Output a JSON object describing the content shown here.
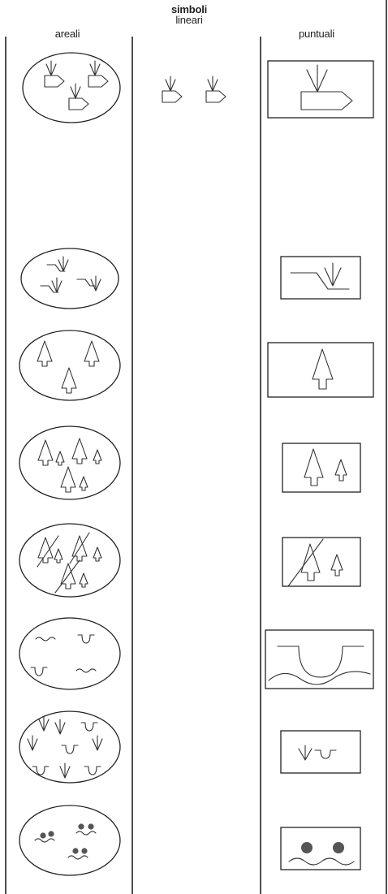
{
  "headers": {
    "areali": "areali",
    "simboli_line1": "simboli",
    "simboli_line2": "lineari",
    "puntuali": "puntuali"
  },
  "symbol_rows": [
    {
      "symbol": "reed-marsh-icon"
    },
    {
      "symbol": "reed-bank-icon"
    },
    {
      "symbol": "conifer-icon"
    },
    {
      "symbol": "mixed-conifer-icon"
    },
    {
      "symbol": "burnt-conifer-icon"
    },
    {
      "symbol": "wet-hollow-icon"
    },
    {
      "symbol": "reed-hollow-icon"
    },
    {
      "symbol": "dots-wave-icon"
    }
  ]
}
